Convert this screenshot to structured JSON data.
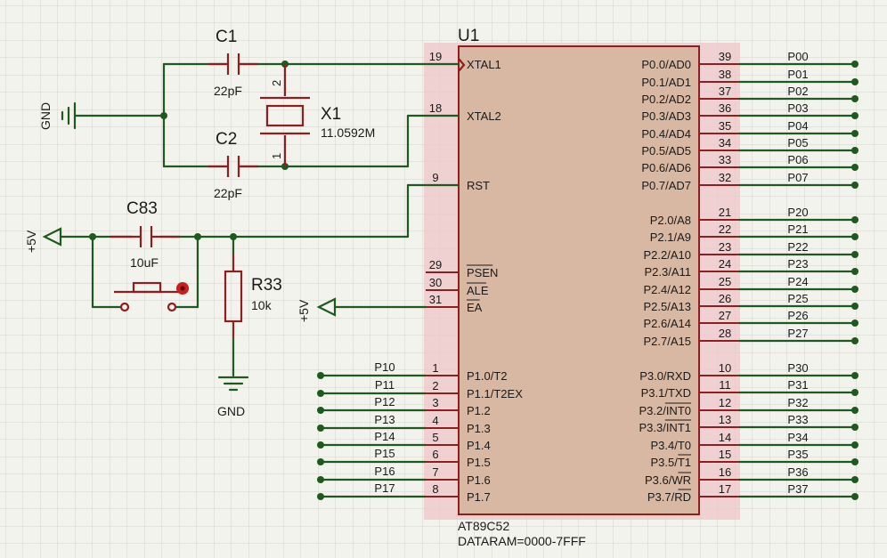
{
  "colors": {
    "background": "#f3f3ee",
    "grid": "#d6d6cf",
    "wire": "#1e5a1e",
    "component": "#8e1f1f",
    "chip_fill": "#d9b8a3",
    "chip_shadow": "#eccaca",
    "text": "#1a1a1a"
  },
  "chip": {
    "ref": "U1",
    "part": "AT89C52",
    "note": "DATARAM=0000-7FFF",
    "left_pins": [
      {
        "num": "19",
        "name": "XTAL1"
      },
      {
        "num": "18",
        "name": "XTAL2"
      },
      {
        "num": "9",
        "name": "RST"
      },
      {
        "num": "29",
        "name": "PSEN"
      },
      {
        "num": "30",
        "name": "ALE"
      },
      {
        "num": "31",
        "name": "EA"
      },
      {
        "num": "1",
        "name": "P1.0/T2"
      },
      {
        "num": "2",
        "name": "P1.1/T2EX"
      },
      {
        "num": "3",
        "name": "P1.2"
      },
      {
        "num": "4",
        "name": "P1.3"
      },
      {
        "num": "5",
        "name": "P1.4"
      },
      {
        "num": "6",
        "name": "P1.5"
      },
      {
        "num": "7",
        "name": "P1.6"
      },
      {
        "num": "8",
        "name": "P1.7"
      }
    ],
    "right_pins": [
      {
        "num": "39",
        "name": "P0.0/AD0",
        "net": "P00"
      },
      {
        "num": "38",
        "name": "P0.1/AD1",
        "net": "P01"
      },
      {
        "num": "37",
        "name": "P0.2/AD2",
        "net": "P02"
      },
      {
        "num": "36",
        "name": "P0.3/AD3",
        "net": "P03"
      },
      {
        "num": "35",
        "name": "P0.4/AD4",
        "net": "P04"
      },
      {
        "num": "34",
        "name": "P0.5/AD5",
        "net": "P05"
      },
      {
        "num": "33",
        "name": "P0.6/AD6",
        "net": "P06"
      },
      {
        "num": "32",
        "name": "P0.7/AD7",
        "net": "P07"
      },
      {
        "num": "21",
        "name": "P2.0/A8",
        "net": "P20"
      },
      {
        "num": "22",
        "name": "P2.1/A9",
        "net": "P21"
      },
      {
        "num": "23",
        "name": "P2.2/A10",
        "net": "P22"
      },
      {
        "num": "24",
        "name": "P2.3/A11",
        "net": "P23"
      },
      {
        "num": "25",
        "name": "P2.4/A12",
        "net": "P24"
      },
      {
        "num": "26",
        "name": "P2.5/A13",
        "net": "P25"
      },
      {
        "num": "27",
        "name": "P2.6/A14",
        "net": "P26"
      },
      {
        "num": "28",
        "name": "P2.7/A15",
        "net": "P27"
      },
      {
        "num": "10",
        "name": "P3.0/RXD",
        "net": "P30"
      },
      {
        "num": "11",
        "name": "P3.1/TXD",
        "net": "P31"
      },
      {
        "num": "12",
        "name": "P3.2/INT0",
        "net": "P32"
      },
      {
        "num": "13",
        "name": "P3.3/INT1",
        "net": "P33"
      },
      {
        "num": "14",
        "name": "P3.4/T0",
        "net": "P34"
      },
      {
        "num": "15",
        "name": "P3.5/T1",
        "net": "P35"
      },
      {
        "num": "16",
        "name": "P3.6/WR",
        "net": "P36"
      },
      {
        "num": "17",
        "name": "P3.7/RD",
        "net": "P37"
      }
    ],
    "p1_nets": [
      "P10",
      "P11",
      "P12",
      "P13",
      "P14",
      "P15",
      "P16",
      "P17"
    ]
  },
  "components": {
    "c1": {
      "ref": "C1",
      "value": "22pF"
    },
    "c2": {
      "ref": "C2",
      "value": "22pF"
    },
    "x1": {
      "ref": "X1",
      "value": "11.0592M",
      "pin_top": "2",
      "pin_bottom": "1"
    },
    "c83": {
      "ref": "C83",
      "value": "10uF"
    },
    "r33": {
      "ref": "R33",
      "value": "10k"
    }
  },
  "power": {
    "gnd_left": "GND",
    "gnd_bottom": "GND",
    "vcc_left": "+5V",
    "vcc_ea": "+5V"
  }
}
